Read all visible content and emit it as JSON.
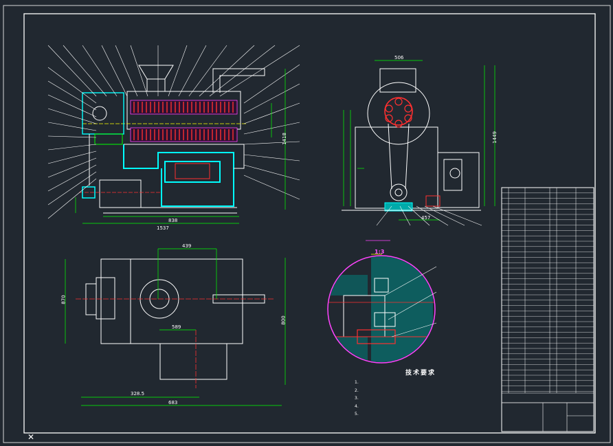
{
  "detail": {
    "scale": "1:3"
  },
  "tech_requirements": {
    "title": "技术要求",
    "items": [
      "1.",
      "2.",
      "3.",
      "4.",
      "5."
    ]
  },
  "dims": {
    "front_width": "1537",
    "front_inner": "838",
    "front_height": "1418",
    "side_width": "457",
    "side_height": "1449",
    "side_top": "506",
    "plan_top": "439",
    "plan_left": "870",
    "plan_right": "800",
    "plan_bottom1": "328.5",
    "plan_bottom2": "683",
    "plan_mid": "589"
  },
  "colors": {
    "background": "#212830",
    "frame": "#ffffff",
    "dimension": "#00ff00",
    "cyan": "#00ffff",
    "magenta": "#ff00ff",
    "red": "#ff3030",
    "yellow": "#ffff00"
  }
}
